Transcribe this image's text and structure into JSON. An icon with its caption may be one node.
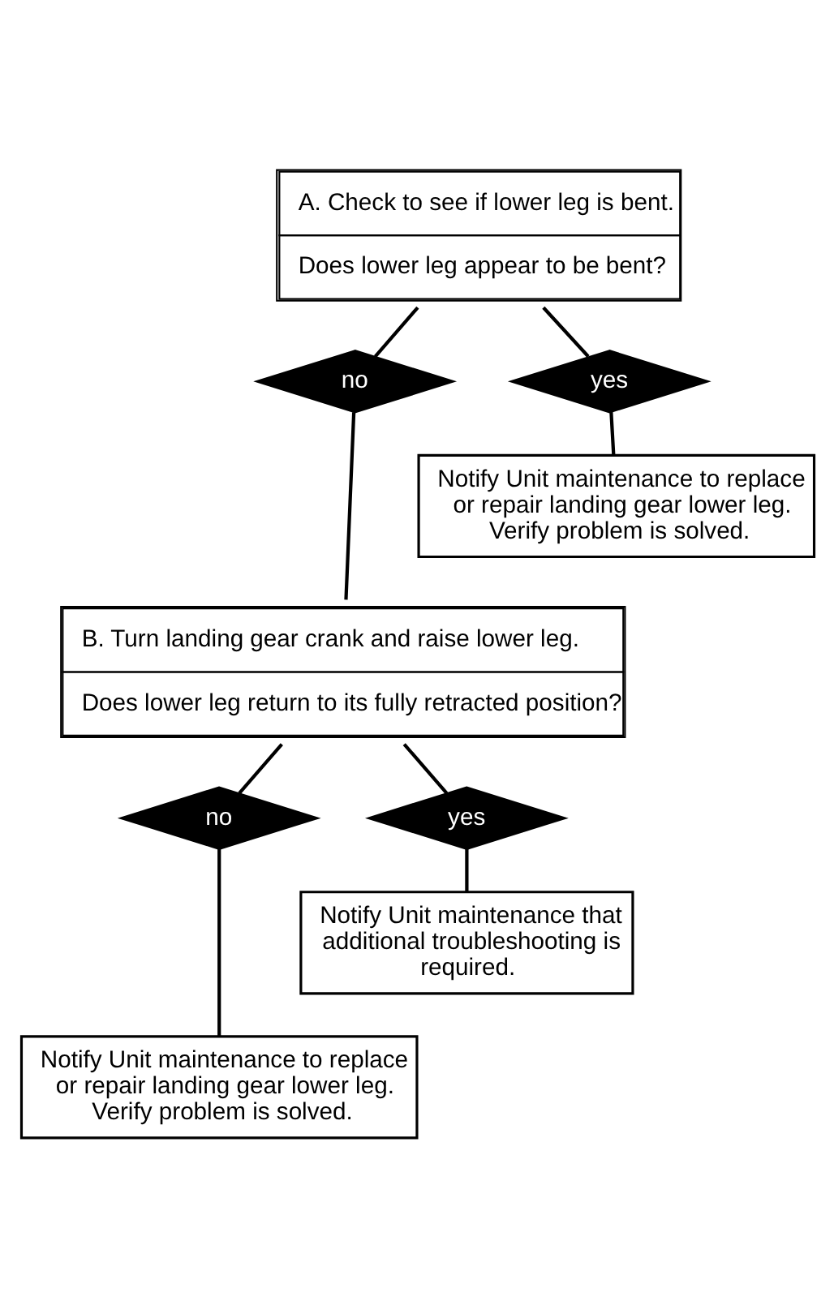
{
  "diagram": {
    "nodes": [
      {
        "text": [
          "A. Check to see if lower leg is bent.",
          "Does lower leg appear to be bent?"
        ]
      },
      {
        "text": [
          "no"
        ]
      },
      {
        "text": [
          "yes"
        ]
      },
      {
        "text": [
          "Notify Unit maintenance to replace or repair landing gear lower leg. Verify problem is solved."
        ]
      },
      {
        "text": [
          "B. Turn landing gear crank and raise lower leg.",
          "Does lower leg return to its fully retracted position?"
        ]
      },
      {
        "text": [
          "no"
        ]
      },
      {
        "text": [
          "yes"
        ]
      },
      {
        "text": [
          "Notify Unit maintenance that additional troubleshooting is required."
        ]
      },
      {
        "text": [
          "Notify Unit maintenance to replace or repair landing gear lower leg. Verify problem is solved."
        ]
      }
    ],
    "edges": [
      {
        "from": 0,
        "to": 1,
        "arrow": "none"
      },
      {
        "from": 0,
        "to": 2,
        "arrow": "none"
      },
      {
        "from": 2,
        "to": 3,
        "arrow": "none"
      },
      {
        "from": 1,
        "to": 4,
        "arrow": "none"
      },
      {
        "from": 4,
        "to": 5,
        "arrow": "none"
      },
      {
        "from": 4,
        "to": 6,
        "arrow": "none"
      },
      {
        "from": 6,
        "to": 7,
        "arrow": "none"
      },
      {
        "from": 5,
        "to": 8,
        "arrow": "none"
      }
    ]
  }
}
